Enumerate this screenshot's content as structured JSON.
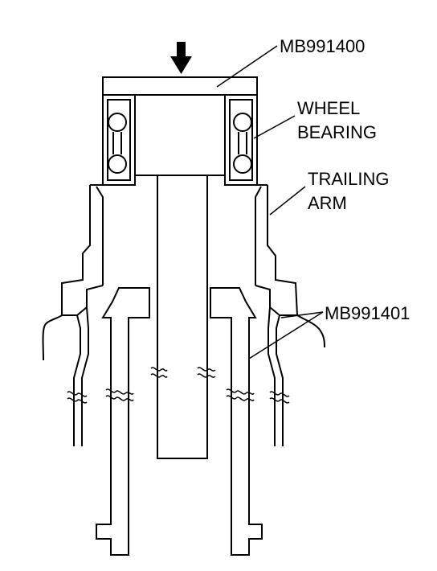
{
  "labels": {
    "tool_top": "MB991400",
    "wheel_bearing_line1": "WHEEL",
    "wheel_bearing_line2": "BEARING",
    "trailing_arm_line1": "TRAILING",
    "trailing_arm_line2": "ARM",
    "tool_bottom": "MB991401"
  },
  "icons": {
    "press_arrow": "arrow-down-icon"
  }
}
